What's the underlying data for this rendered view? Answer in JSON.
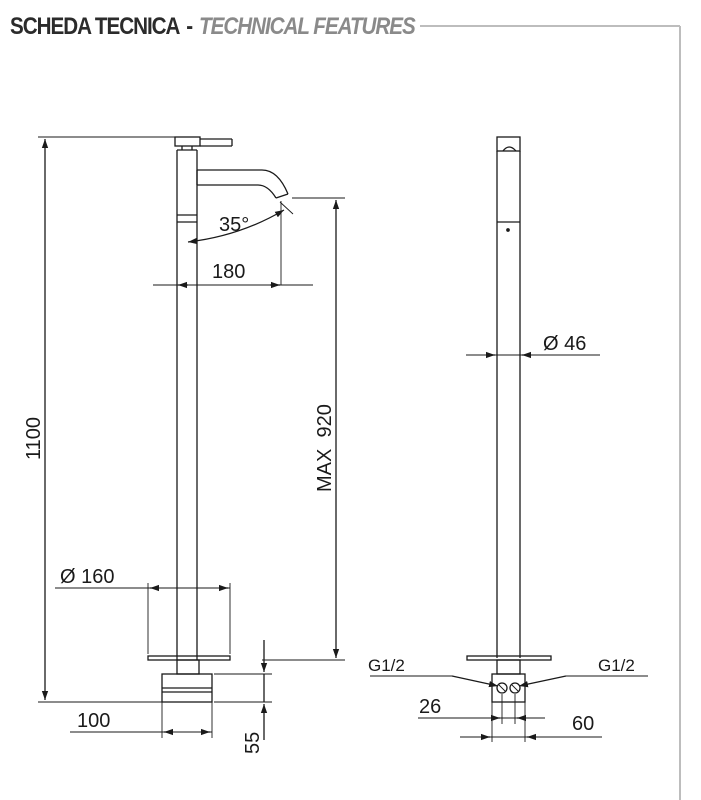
{
  "header": {
    "title": "SCHEDA TECNICA",
    "separator": "-",
    "subtitle": "TECHNICAL FEATURES"
  },
  "colors": {
    "frame": "#bdbdbd",
    "line": "#1a1a1a",
    "subtitle": "#8a8a8a"
  },
  "front_view": {
    "height_total": "1100",
    "angle": "35°",
    "spout_reach": "180",
    "max_height": "MAX  920",
    "base_diameter": "Ø 160",
    "base_offset": "100",
    "base_height": "55"
  },
  "side_view": {
    "pipe_diameter": "Ø 46",
    "connection_left": "G1/2",
    "connection_right": "G1/2",
    "connection_spacing": "26",
    "base_width": "60"
  }
}
